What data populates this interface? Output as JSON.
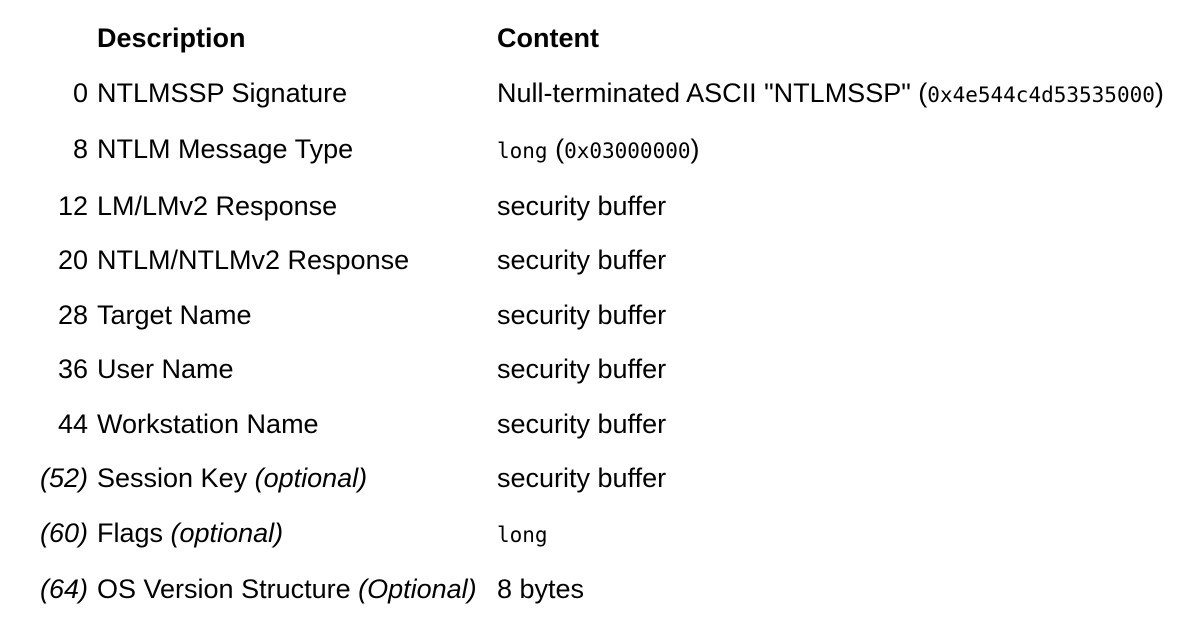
{
  "page": {
    "background_color": "#ffffff",
    "text_color": "#000000"
  },
  "table": {
    "columns": [
      {
        "key": "offset",
        "label": ""
      },
      {
        "key": "description",
        "label": "Description"
      },
      {
        "key": "content",
        "label": "Content"
      }
    ],
    "rows": [
      {
        "offset": [
          {
            "text": "0"
          }
        ],
        "description": [
          {
            "text": "NTLMSSP Signature"
          }
        ],
        "content": [
          {
            "text": "Null-terminated ASCII \"NTLMSSP\" ("
          },
          {
            "text": "0x4e544c4d53535000",
            "style": "mono"
          },
          {
            "text": ")"
          }
        ]
      },
      {
        "offset": [
          {
            "text": "8"
          }
        ],
        "description": [
          {
            "text": "NTLM Message Type"
          }
        ],
        "content": [
          {
            "text": "long",
            "style": "mono"
          },
          {
            "text": " ("
          },
          {
            "text": "0x03000000",
            "style": "mono"
          },
          {
            "text": ")"
          }
        ]
      },
      {
        "offset": [
          {
            "text": "12"
          }
        ],
        "description": [
          {
            "text": "LM/LMv2 Response"
          }
        ],
        "content": [
          {
            "text": "security buffer"
          }
        ]
      },
      {
        "offset": [
          {
            "text": "20"
          }
        ],
        "description": [
          {
            "text": "NTLM/NTLMv2 Response"
          }
        ],
        "content": [
          {
            "text": "security buffer"
          }
        ]
      },
      {
        "offset": [
          {
            "text": "28"
          }
        ],
        "description": [
          {
            "text": "Target Name"
          }
        ],
        "content": [
          {
            "text": "security buffer"
          }
        ]
      },
      {
        "offset": [
          {
            "text": "36"
          }
        ],
        "description": [
          {
            "text": "User Name"
          }
        ],
        "content": [
          {
            "text": "security buffer"
          }
        ]
      },
      {
        "offset": [
          {
            "text": "44"
          }
        ],
        "description": [
          {
            "text": "Workstation Name"
          }
        ],
        "content": [
          {
            "text": "security buffer"
          }
        ]
      },
      {
        "offset": [
          {
            "text": "(52)",
            "style": "italic"
          }
        ],
        "description": [
          {
            "text": "Session Key "
          },
          {
            "text": "(optional)",
            "style": "italic"
          }
        ],
        "content": [
          {
            "text": "security buffer"
          }
        ]
      },
      {
        "offset": [
          {
            "text": "(60)",
            "style": "italic"
          }
        ],
        "description": [
          {
            "text": "Flags "
          },
          {
            "text": "(optional)",
            "style": "italic"
          }
        ],
        "content": [
          {
            "text": "long",
            "style": "mono"
          }
        ]
      },
      {
        "offset": [
          {
            "text": "(64)",
            "style": "italic"
          }
        ],
        "description": [
          {
            "text": "OS Version Structure "
          },
          {
            "text": "(Optional)",
            "style": "italic"
          }
        ],
        "content": [
          {
            "text": "8 bytes"
          }
        ]
      }
    ]
  }
}
